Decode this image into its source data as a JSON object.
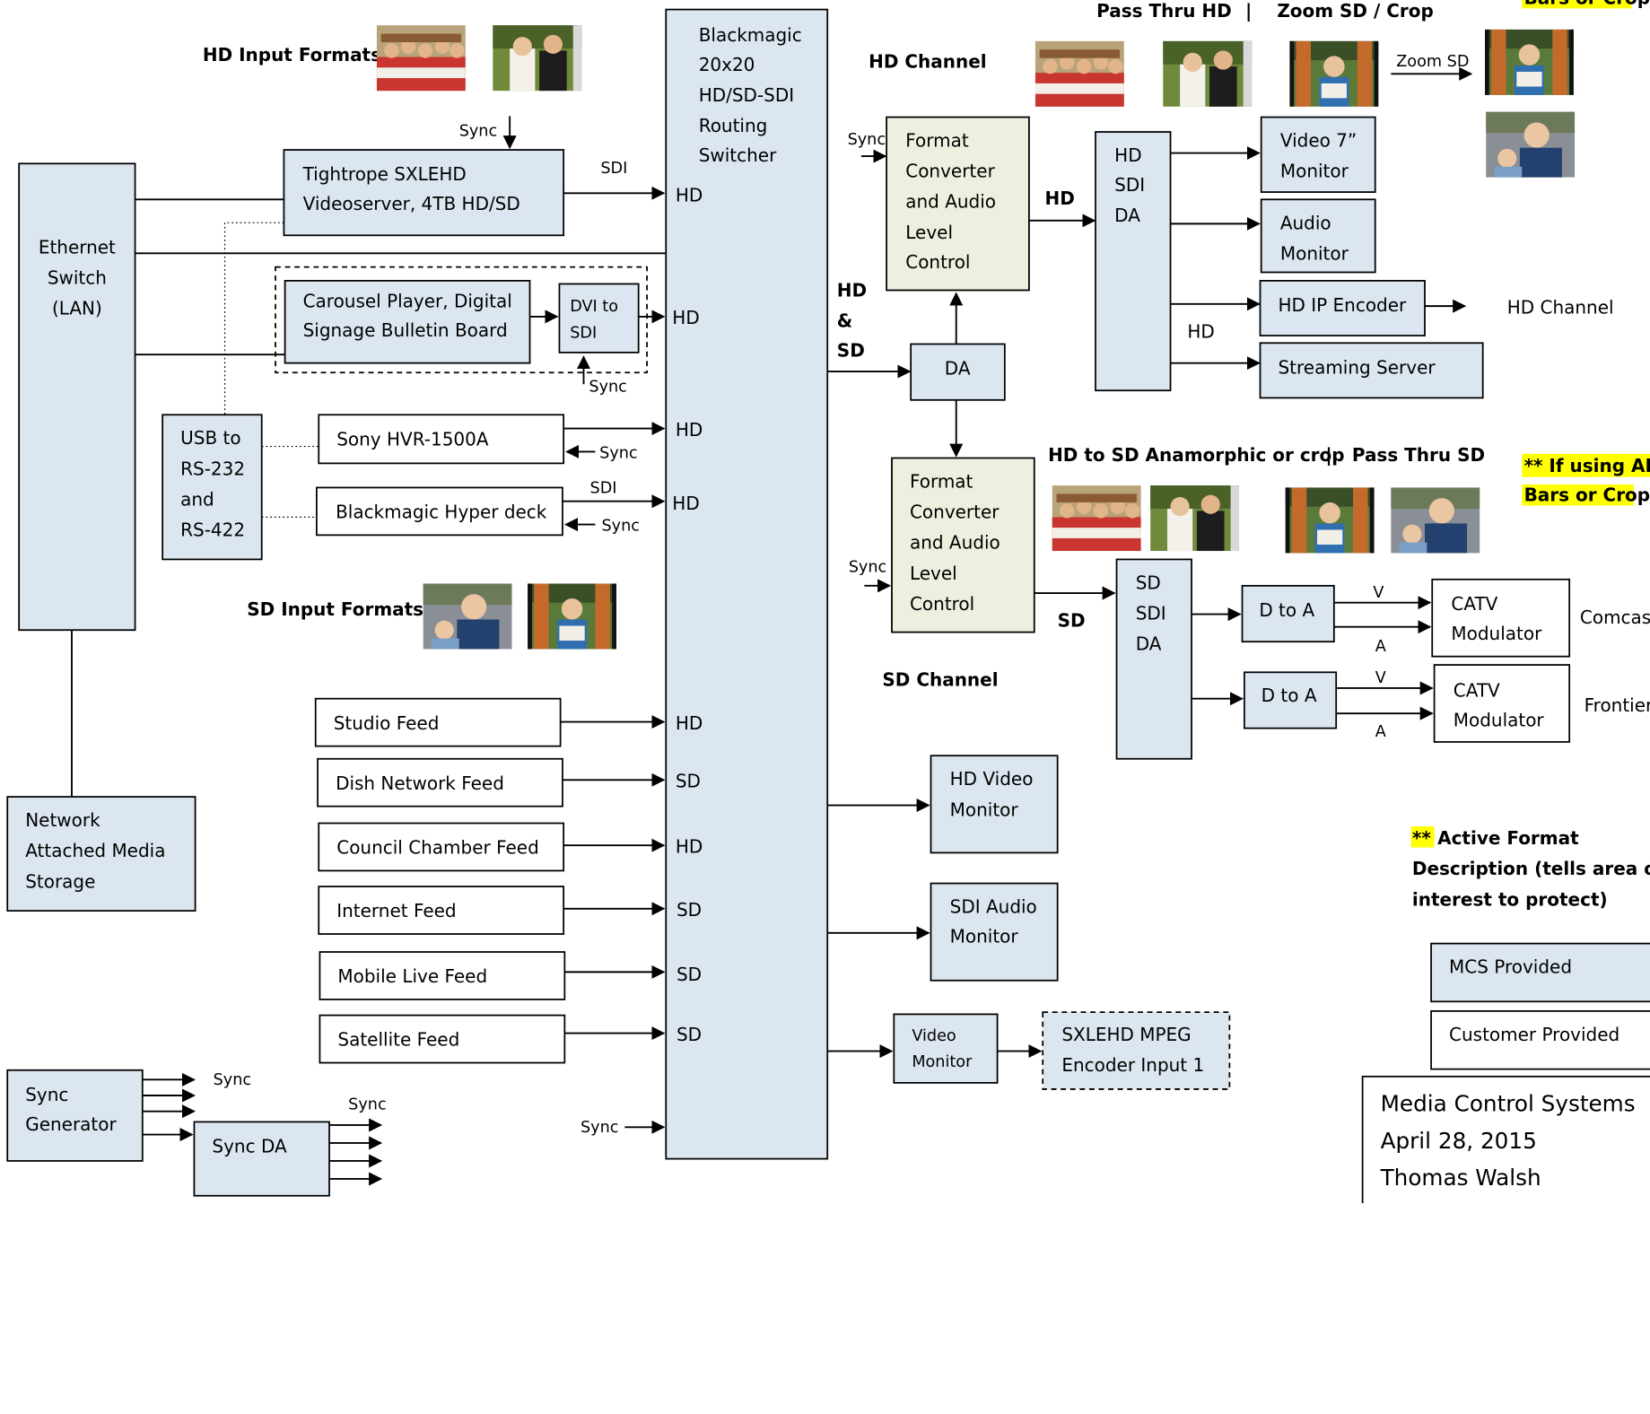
{
  "ethernet_switch": [
    "Ethernet",
    "Switch",
    "(LAN)"
  ],
  "nas": [
    "Network",
    "Attached Media",
    "Storage"
  ],
  "tightrope": [
    "Tightrope SXLEHD",
    "Videoserver, 4TB HD/SD"
  ],
  "carousel": [
    "Carousel Player, Digital",
    "Signage Bulletin Board"
  ],
  "dvi_sdi": [
    "DVI to",
    "SDI"
  ],
  "usb_rs": [
    "USB to",
    "RS-232",
    "and",
    "RS-422"
  ],
  "sony": "Sony HVR-1500A",
  "hyperdeck": "Blackmagic Hyper deck",
  "hd_input_formats": "HD Input Formats",
  "sd_input_formats": "SD Input Formats",
  "feeds": [
    "Studio Feed",
    "Dish Network Feed",
    "Council Chamber Feed",
    "Internet Feed",
    "Mobile Live Feed",
    "Satellite Feed"
  ],
  "router": [
    "Blackmagic",
    "20x20",
    "HD/SD-SDI",
    "Routing",
    "Switcher"
  ],
  "router_ports": [
    "HD",
    "HD",
    "HD",
    "HD",
    "HD",
    "SD",
    "HD",
    "SD",
    "SD",
    "SD"
  ],
  "sync_gen": [
    "Sync",
    "Generator"
  ],
  "sync_da": "Sync DA",
  "sync": "Sync",
  "sdi": "SDI",
  "hd": "HD",
  "sd": "SD",
  "hd_sd": [
    "HD",
    "&",
    "SD"
  ],
  "da": "DA",
  "fc": [
    "Format",
    "Converter",
    "and Audio",
    "Level",
    "Control"
  ],
  "hd_sdi_da": [
    "HD",
    "SDI",
    "DA"
  ],
  "sd_sdi_da": [
    "SD",
    "SDI",
    "DA"
  ],
  "hd_channel_title": "HD Channel",
  "sd_channel_title": "SD Channel",
  "pass_thru_hd": "Pass Thru HD",
  "sep": "|",
  "zoom_sd_crop": "Zoom SD / Crop",
  "zoom_sd": "Zoom SD",
  "bars_or_crop": "Bars or Crop",
  "hd_to_sd": "HD to SD Anamorphic or crop",
  "pass_thru_sd": "Pass Thru SD",
  "afd_note": [
    "** If using AFD",
    "Bars or Crop"
  ],
  "video7": [
    "Video 7”",
    "Monitor"
  ],
  "audio_mon": [
    "Audio",
    "Monitor"
  ],
  "hd_ip": "HD IP Encoder",
  "hd_channel_out": "HD Channel",
  "streaming": "Streaming Server",
  "d_to_a": "D to A",
  "v": "V",
  "a": "A",
  "catv": [
    "CATV",
    "Modulator"
  ],
  "comcast": "Comcast",
  "frontier": "Frontier",
  "hd_video_mon": [
    "HD Video",
    "Monitor"
  ],
  "sdi_audio_mon": [
    "SDI Audio",
    "Monitor"
  ],
  "video_mon": [
    "Video",
    "Monitor"
  ],
  "sxlehd_mpeg": [
    "SXLEHD MPEG",
    "Encoder Input 1"
  ],
  "afd_desc": [
    "**",
    "Active Format",
    "Description (tells area of",
    "interest to protect)"
  ],
  "legend": [
    "MCS Provided",
    "Customer Provided"
  ],
  "title_block": [
    "Media Control Systems",
    "April 28, 2015",
    "Thomas Walsh"
  ],
  "colors": {
    "mcs_fill": "#dce6f0",
    "converter_fill": "#ebf1de",
    "highlight": "#ffff00"
  }
}
